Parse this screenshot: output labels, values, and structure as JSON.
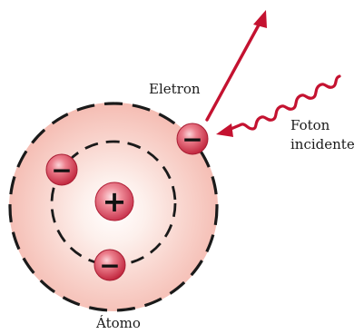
{
  "labels": {
    "electron": "Eletron",
    "photon_line1": "Foton",
    "photon_line2": "incidente",
    "atom": "Átomo"
  },
  "symbols": {
    "nucleus": "+",
    "electron": "−"
  },
  "colors": {
    "atom_fill": "#f7c8c0",
    "atom_glow": "#fbe3de",
    "arrow": "#c41230",
    "orbit": "#1a1a1a",
    "particle": "#d83a4e"
  },
  "icons": {
    "nucleus": "plus-sign-icon",
    "electron": "minus-sign-icon",
    "photon": "wavy-arrow-icon",
    "ejected": "straight-arrow-icon"
  }
}
